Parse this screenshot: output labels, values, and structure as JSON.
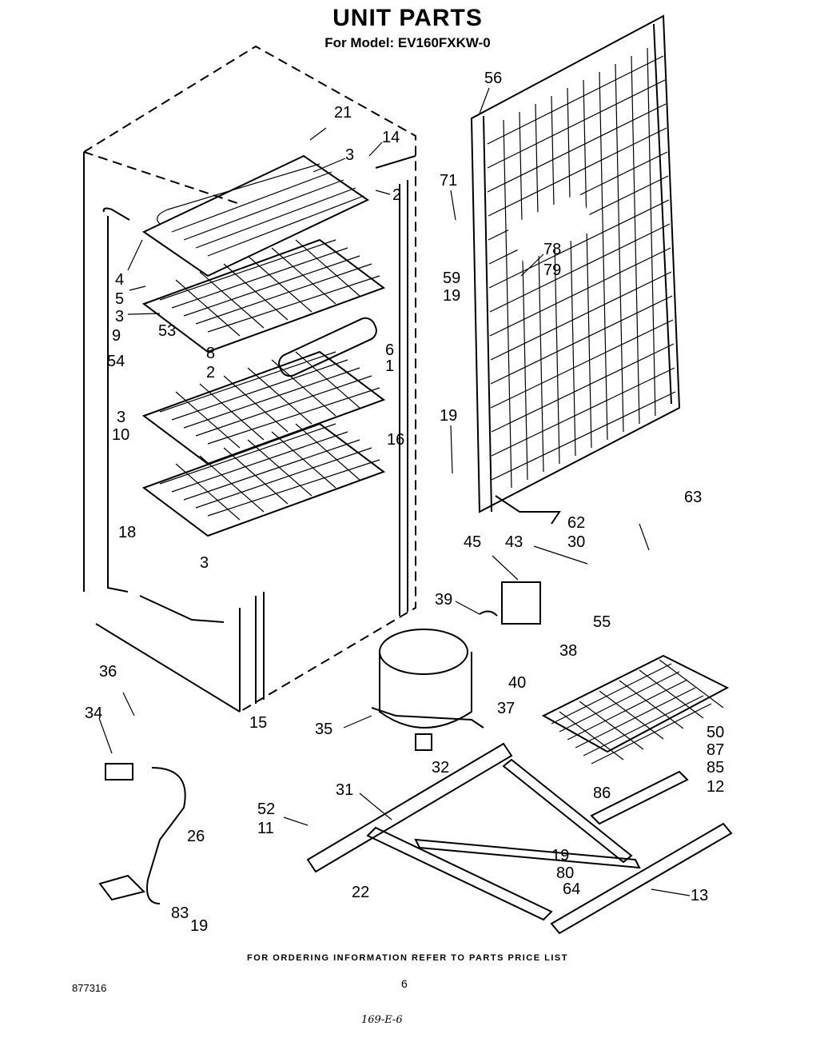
{
  "header": {
    "title": "UNIT PARTS",
    "subtitle": "For Model: EV160FXKW-0"
  },
  "footer": {
    "ordering_note": "FOR ORDERING INFORMATION REFER TO PARTS PRICE LIST",
    "page_number": "6",
    "document_number": "877316",
    "handwritten_note": "169-E-6"
  },
  "callouts": [
    "21",
    "14",
    "3",
    "2",
    "4",
    "5",
    "3",
    "9",
    "53",
    "8",
    "2",
    "54",
    "6",
    "1",
    "3",
    "10",
    "16",
    "18",
    "3",
    "56",
    "71",
    "78",
    "79",
    "59",
    "19",
    "19",
    "63",
    "62",
    "45",
    "43",
    "30",
    "39",
    "38",
    "55",
    "40",
    "37",
    "35",
    "36",
    "34",
    "15",
    "50",
    "87",
    "32",
    "85",
    "86",
    "12",
    "31",
    "52",
    "11",
    "26",
    "19",
    "80",
    "64",
    "22",
    "13",
    "83",
    "19"
  ]
}
